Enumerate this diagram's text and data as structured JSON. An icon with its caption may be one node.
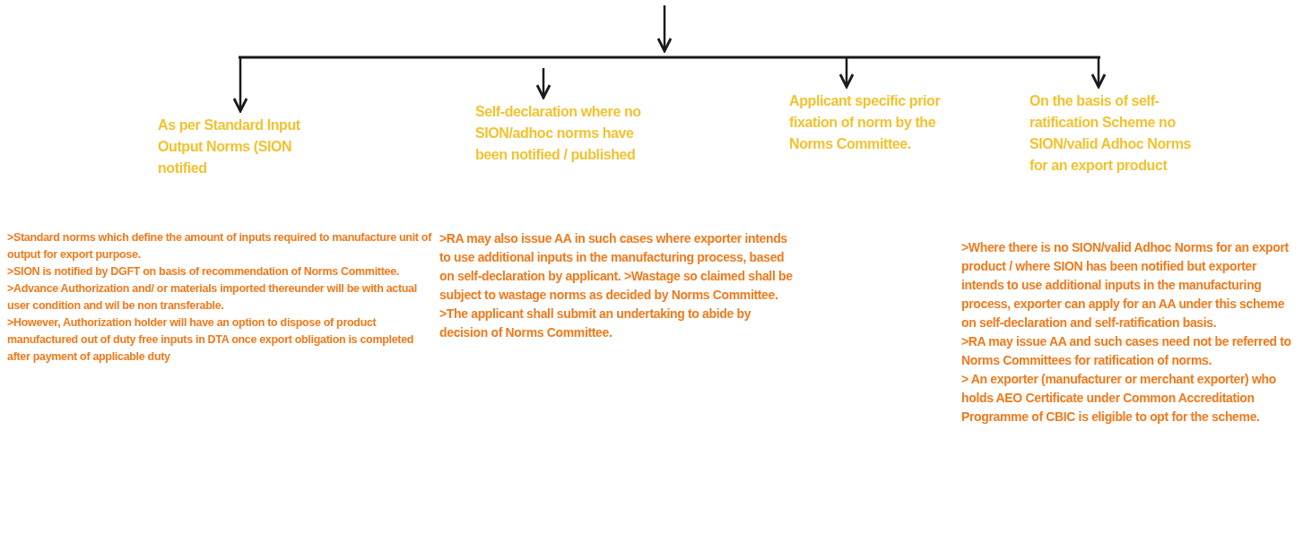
{
  "diagram": {
    "nodes": [
      {
        "text": [
          "As per Standard Input Output Norms (SION notified"
        ],
        "beside": [
          ">Standard norms which define the amount of inputs required to manufacture unit of output for export purpose.",
          ">SION is notified by DGFT on basis of recommendation of Norms Committee.",
          ">Advance Authorization and/ or materials imported thereunder will be with actual user condition and wil be non transferable.",
          ">However, Authorization holder will have an option to dispose of product manufactured out of duty free inputs in DTA once export obligation is completed after payment of applicable duty"
        ]
      },
      {
        "text": [
          "Self-declaration where no SION/adhoc norms have been notified / published"
        ],
        "beside": [
          ">RA may also issue AA in such cases where exporter intends to use additional inputs in the manufacturing process, based on self-declaration by applicant. >Wastage so claimed shall be subject to wastage norms as decided by Norms Committee.",
          ">The applicant shall submit an undertaking to abide by decision of Norms Committee."
        ]
      },
      {
        "text": [
          "Applicant specific prior fixation of norm by the Norms Committee."
        ]
      },
      {
        "text": [
          "On the basis of self-ratification Scheme no SION/valid Adhoc Norms for an export product"
        ],
        "beside": [
          ">Where there is no SION/valid Adhoc Norms for an export product / where SION has been notified but exporter intends to use additional inputs in the manufacturing process, exporter can apply for an AA under this scheme on self-declaration and self-ratification basis.",
          ">RA may issue AA and such cases need not be referred to Norms Committees for ratification of norms.",
          "> An exporter (manufacturer or merchant exporter) who holds AEO Certificate under Common Accreditation Programme of CBIC is eligible to opt for the scheme."
        ]
      }
    ],
    "edges": [
      {
        "from": null,
        "to": 0,
        "arrow": "to"
      },
      {
        "from": null,
        "to": 1,
        "arrow": "to"
      },
      {
        "from": null,
        "to": 2,
        "arrow": "to"
      },
      {
        "from": null,
        "to": 3,
        "arrow": "to"
      }
    ]
  }
}
